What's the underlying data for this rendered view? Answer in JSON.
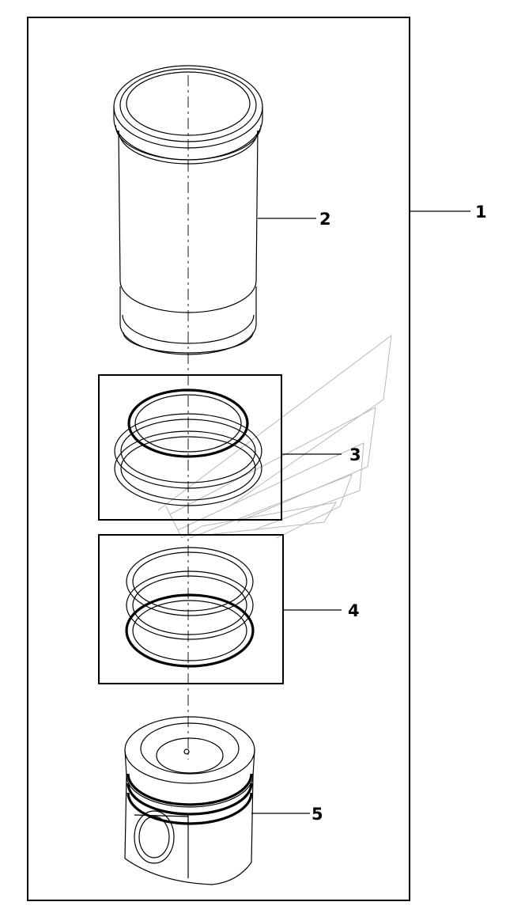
{
  "callouts": [
    {
      "id": "callout-1",
      "label": "1"
    },
    {
      "id": "callout-2",
      "label": "2"
    },
    {
      "id": "callout-3",
      "label": "3"
    },
    {
      "id": "callout-4",
      "label": "4"
    },
    {
      "id": "callout-5",
      "label": "5"
    }
  ],
  "colors": {
    "line": "#000000",
    "watermark": "#b8b8b8",
    "background": "#ffffff"
  },
  "icons": [
    "cylinder-liner-icon",
    "piston-ring-set-icon",
    "piston-icon",
    "watermark-logo-icon"
  ]
}
